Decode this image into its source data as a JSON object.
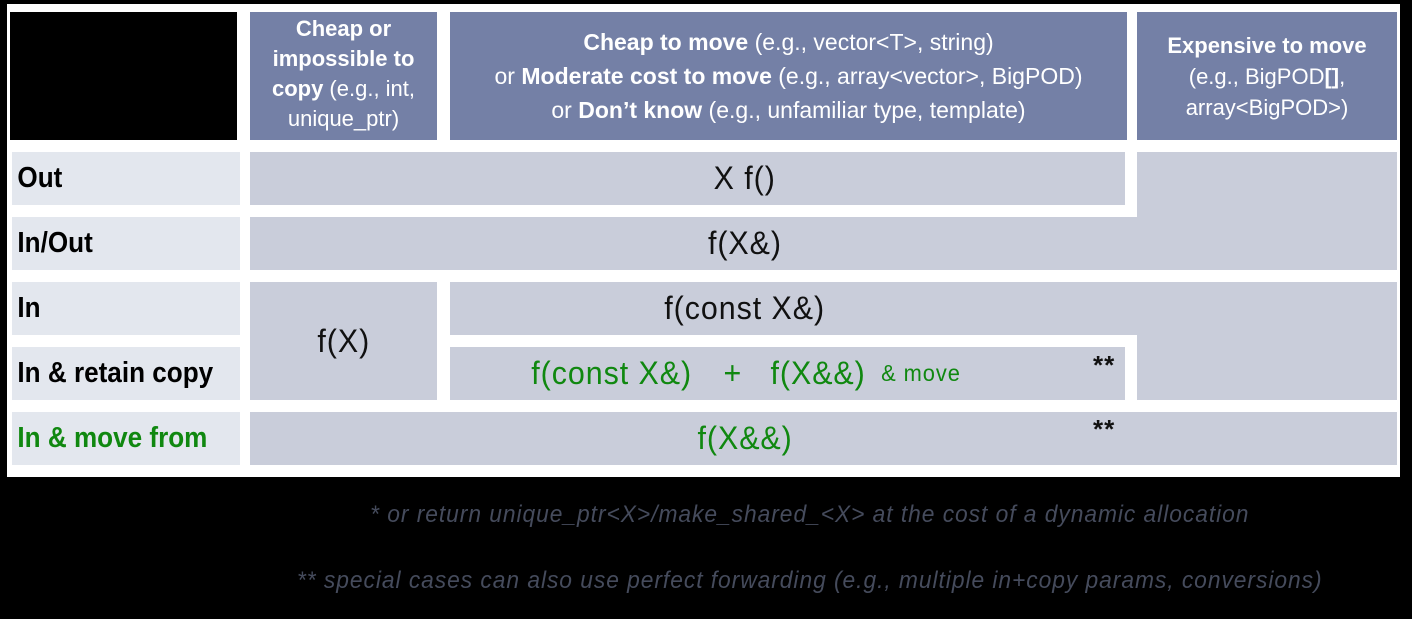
{
  "header": {
    "col1": {
      "bold": "Cheap or impossible to copy",
      "rest": " (e.g., int, unique_ptr)"
    },
    "col2": {
      "line1_bold": "Cheap to move",
      "line1_rest": " (e.g., vector<T>, string)",
      "line2_pre": "or ",
      "line2_bold": "Moderate cost to move",
      "line2_rest": " (e.g., array<vector>, BigPOD)",
      "line3_pre": "or ",
      "line3_bold": "Don’t know",
      "line3_rest": " (e.g., unfamiliar type, template)"
    },
    "col3": {
      "line1_bold": "Expensive to move",
      "line2_pre": "(e.g., BigPOD",
      "line2_bold": "[]",
      "line2_post": ",",
      "line3": "array<BigPOD>)"
    }
  },
  "rows": {
    "out": {
      "label": "Out",
      "cell": "X f()"
    },
    "inout": {
      "label": "In/Out",
      "cell": "f(X&)"
    },
    "in": {
      "label": "In",
      "cell": "f(const X&)",
      "col1_cell": "f(X)"
    },
    "retain": {
      "label": "In & retain copy",
      "part1": "f(const X&)",
      "plus": "+",
      "part2": "f(X&&)",
      "suffix": "& move",
      "mark": "**"
    },
    "movefrom": {
      "label": "In & move from",
      "cell": "f(X&&)",
      "mark": "**"
    }
  },
  "footnotes": {
    "first": "* or return unique_ptr<X>/make_shared_<X> at the cost of a dynamic allocation",
    "second": "** special cases can also use perfect forwarding (e.g., multiple in+copy params, conversions)"
  },
  "colors": {
    "header_bg": "#7480a6",
    "cell_bg": "#c9cdda",
    "label_bg": "#e3e7ee",
    "green": "#108810",
    "footnote_text": "#454b5c",
    "frame": "#000000",
    "page": "#ffffff"
  }
}
